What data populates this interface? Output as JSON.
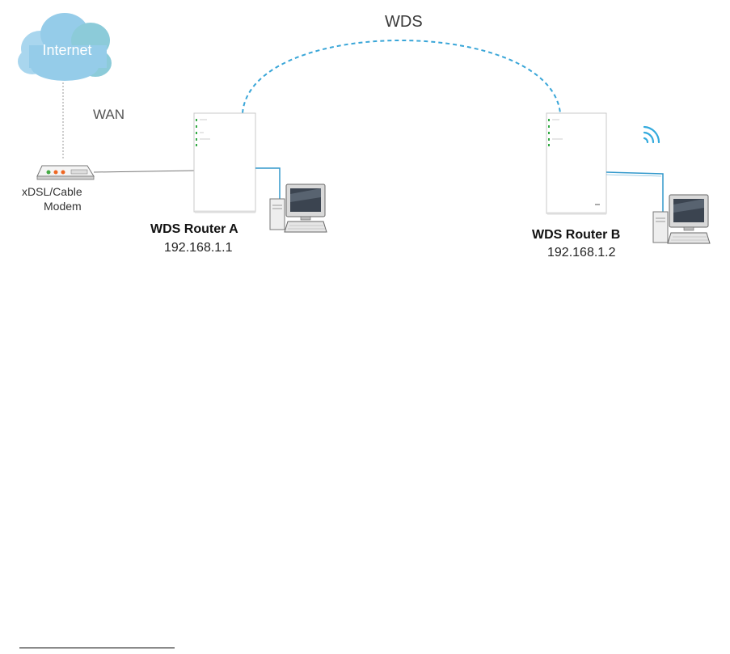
{
  "diagram": {
    "wds_label": "WDS",
    "wan_label": "WAN",
    "internet_label": "Internet",
    "modem": {
      "line1": "xDSL/Cable",
      "line2": "Modem"
    },
    "router_a": {
      "name": "WDS Router A",
      "ip": "192.168.1.1"
    },
    "router_b": {
      "name": "WDS Router B",
      "ip": "192.168.1.2"
    }
  },
  "colors": {
    "cloud": "#8bc6e6",
    "cloud_dark": "#6fb0d4",
    "wds_link": "#3aa6d8",
    "lan_cable": "#3399cc",
    "wan_cable": "#999999",
    "router_body": "#ffffff",
    "router_border": "#c8c8c8",
    "led": "#33aa44",
    "wifi": "#33aadd"
  },
  "icons": [
    "cloud-icon",
    "modem-icon",
    "router-icon",
    "computer-icon",
    "wifi-signal-icon"
  ]
}
